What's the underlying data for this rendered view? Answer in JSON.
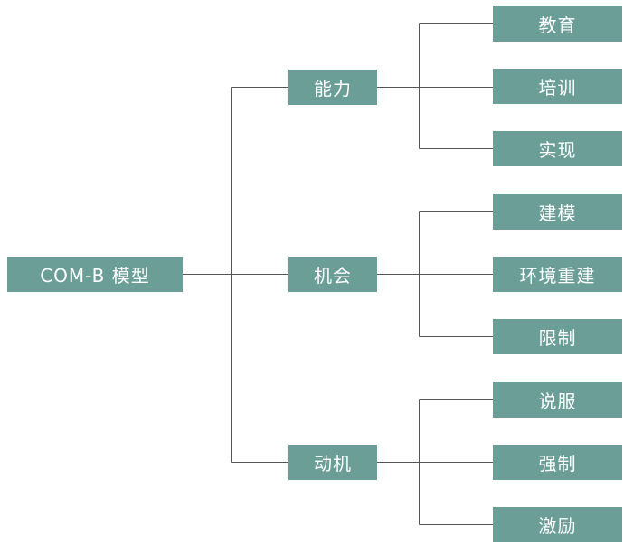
{
  "diagram": {
    "root": {
      "label": "COM-B 模型"
    },
    "categories": [
      {
        "label": "能力",
        "children": [
          "教育",
          "培训",
          "实现"
        ]
      },
      {
        "label": "机会",
        "children": [
          "建模",
          "环境重建",
          "限制"
        ]
      },
      {
        "label": "动机",
        "children": [
          "说服",
          "强制",
          "激励"
        ]
      }
    ]
  },
  "colors": {
    "node_fill": "#6a9e97",
    "node_text": "#ffffff",
    "connector": "#555555"
  }
}
